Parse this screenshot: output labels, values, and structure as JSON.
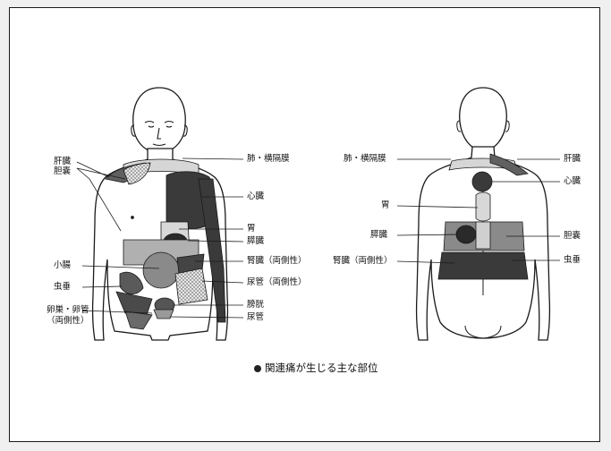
{
  "front_labels": {
    "liver": "肝臓",
    "gallbladder": "胆嚢",
    "lung_diaphragm": "肺・横隔膜",
    "heart": "心臓",
    "stomach": "胃",
    "pancreas": "膵臓",
    "small_intestine": "小腸",
    "kidney_both": "腎臓（両側性）",
    "appendix": "虫垂",
    "ureter_both": "尿管（両側性）",
    "ovary_line1": "卵巣・卵管",
    "ovary_line2": "（両側性）",
    "bladder": "膀胱",
    "urethra": "尿管"
  },
  "back_labels": {
    "lung_diaphragm": "肺・横隔膜",
    "liver": "肝臓",
    "heart": "心臓",
    "stomach": "胃",
    "pancreas": "膵臓",
    "gallbladder": "胆嚢",
    "kidney_both": "腎臓（両側性）",
    "appendix": "虫垂"
  },
  "caption": "関連痛が生じる主な部位",
  "colors": {
    "dark": "#333333",
    "mid": "#7a7a7a",
    "light": "#cfcfcf",
    "line": "#1a1a1a"
  }
}
